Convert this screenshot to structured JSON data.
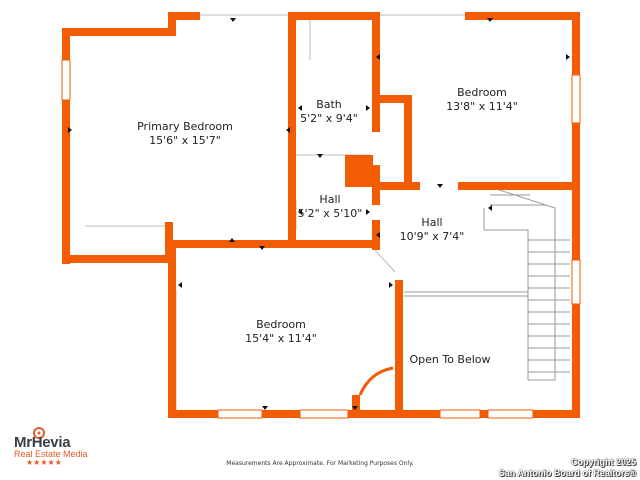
{
  "colors": {
    "wall": "#f25c05",
    "interior_line": "#bbbbbb",
    "stair_line": "#999999",
    "window": "#ffffff",
    "logo_text": "#3a3f47",
    "logo_accent": "#e85a2a"
  },
  "rooms": {
    "primary_bedroom": {
      "name": "Primary Bedroom",
      "dims": "15'6\" x 15'7\""
    },
    "bath": {
      "name": "Bath",
      "dims": "5'2\" x 9'4\""
    },
    "bedroom_ne": {
      "name": "Bedroom",
      "dims": "13'8\" x 11'4\""
    },
    "hall_left": {
      "name": "Hall",
      "dims": "5'2\" x 5'10\""
    },
    "hall_right": {
      "name": "Hall",
      "dims": "10'9\" x 7'4\""
    },
    "bedroom_s": {
      "name": "Bedroom",
      "dims": "15'4\" x 11'4\""
    },
    "open_below": {
      "name": "Open To Below"
    }
  },
  "logo": {
    "brand": "MrHevia",
    "sub": "Real Estate Media",
    "stars": "★★★★★"
  },
  "footer": {
    "disclaimer": "Measurements Are Approximate. For Marketing Purposes Only.",
    "copyright_line1": "Copyright 2025",
    "copyright_line2": "San Antonio Board of Realtors®"
  }
}
